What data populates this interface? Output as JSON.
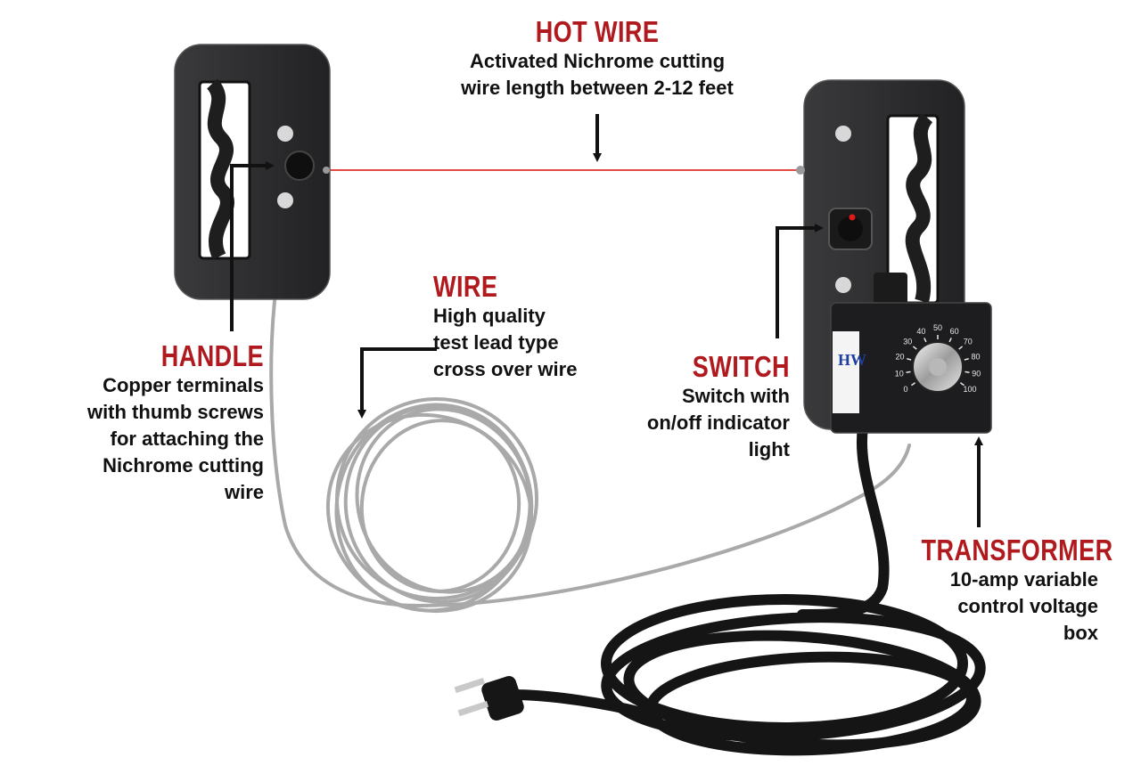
{
  "colors": {
    "title_red": "#b0191e",
    "body_text": "#111111",
    "hot_wire": "#e0302a",
    "handle_body": "#2b2b2d",
    "cord_black": "#151515",
    "lead_gray": "#a9a9a9",
    "indicator": "#e01818"
  },
  "callouts": {
    "hot_wire": {
      "title": "HOT WIRE",
      "lines": [
        "Activated Nichrome cutting",
        "wire length between 2-12 feet"
      ]
    },
    "wire": {
      "title": "WIRE",
      "lines": [
        "High quality",
        "test lead type",
        "cross over wire"
      ]
    },
    "handle": {
      "title": "HANDLE",
      "lines": [
        "Copper terminals",
        "with thumb screws",
        "for attaching the",
        "Nichrome cutting",
        "wire"
      ]
    },
    "switch": {
      "title": "SWITCH",
      "lines": [
        "Switch with",
        "on/off indicator",
        "light"
      ]
    },
    "transformer": {
      "title": "TRANSFORMER",
      "lines": [
        "10-amp variable",
        "control voltage",
        "box"
      ]
    }
  },
  "dial": {
    "ticks": [
      "0",
      "10",
      "20",
      "30",
      "40",
      "50",
      "60",
      "70",
      "80",
      "90",
      "100"
    ],
    "label_logo": "HW"
  }
}
